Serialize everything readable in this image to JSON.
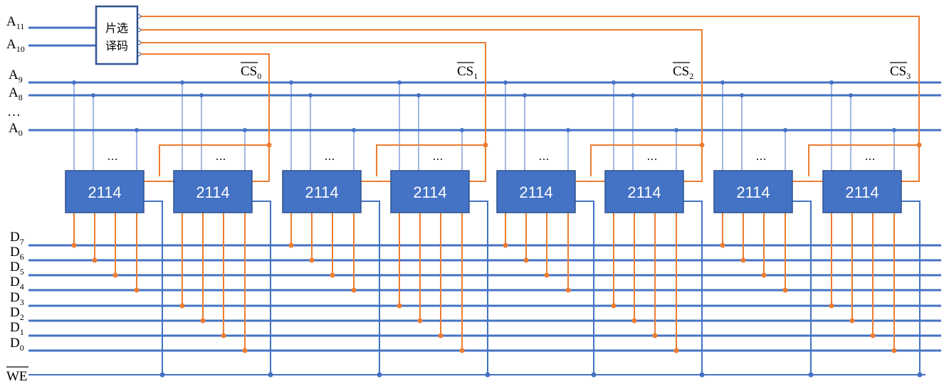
{
  "colors": {
    "bus": "#4472C4",
    "chip_fill": "#4472C4",
    "chip_border": "#2F528F",
    "select_wire": "#ED7D31",
    "text": "#000000"
  },
  "decoder": {
    "line1": "片选",
    "line2": "译码"
  },
  "chip_label": "2114",
  "address_labels": [
    {
      "main": "A",
      "sub": "11"
    },
    {
      "main": "A",
      "sub": "10"
    },
    {
      "main": "A",
      "sub": "9"
    },
    {
      "main": "A",
      "sub": "8"
    },
    {
      "main": "…",
      "sub": ""
    },
    {
      "main": "A",
      "sub": "0"
    }
  ],
  "data_labels": [
    {
      "main": "D",
      "sub": "7"
    },
    {
      "main": "D",
      "sub": "6"
    },
    {
      "main": "D",
      "sub": "5"
    },
    {
      "main": "D",
      "sub": "4"
    },
    {
      "main": "D",
      "sub": "3"
    },
    {
      "main": "D",
      "sub": "2"
    },
    {
      "main": "D",
      "sub": "1"
    },
    {
      "main": "D",
      "sub": "0"
    }
  ],
  "we_label": "WE",
  "cs_labels": [
    {
      "main": "CS",
      "sub": "0"
    },
    {
      "main": "CS",
      "sub": "1"
    },
    {
      "main": "CS",
      "sub": "2"
    },
    {
      "main": "CS",
      "sub": "3"
    }
  ],
  "ellipsis": "…"
}
